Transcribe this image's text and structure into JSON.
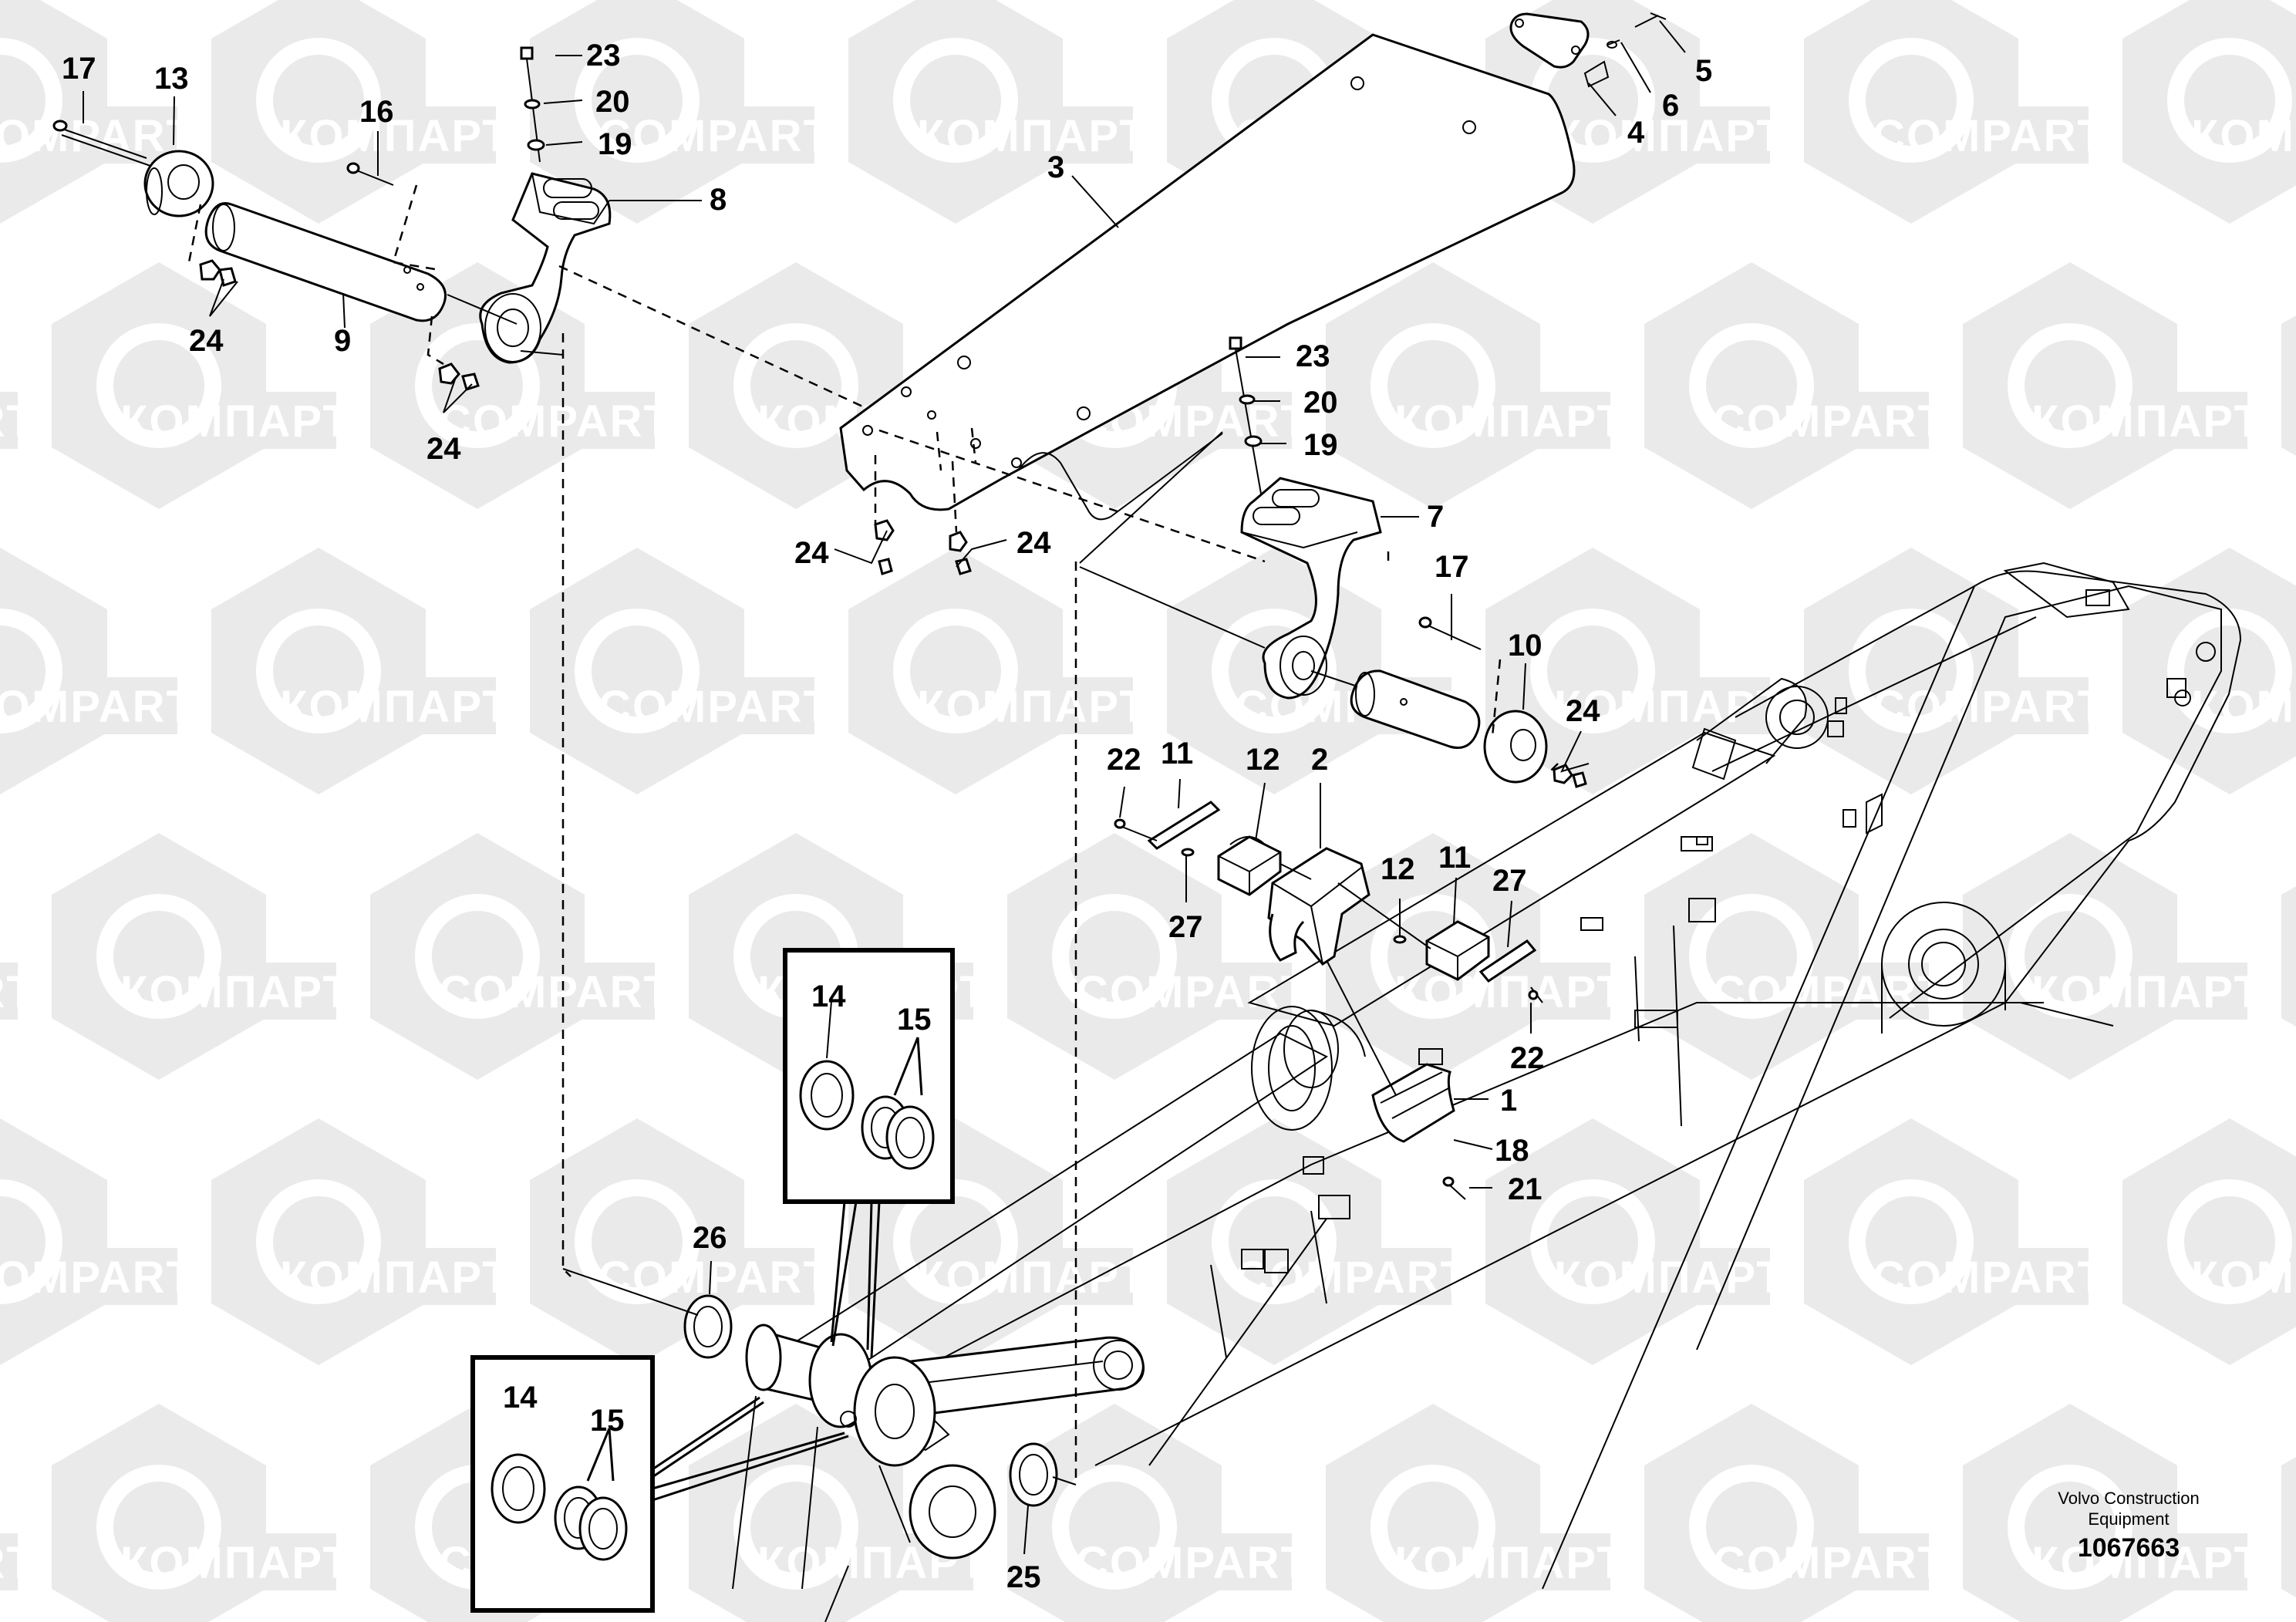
{
  "watermark": {
    "latin": "COMPART",
    "cyrillic": "КОМПАРТ",
    "color": "#d9d9d9"
  },
  "callouts": [
    {
      "id": "c17a",
      "text": "17"
    },
    {
      "id": "c13",
      "text": "13"
    },
    {
      "id": "c16",
      "text": "16"
    },
    {
      "id": "c24a",
      "text": "24"
    },
    {
      "id": "c9",
      "text": "9"
    },
    {
      "id": "c24b",
      "text": "24"
    },
    {
      "id": "c23a",
      "text": "23"
    },
    {
      "id": "c20a",
      "text": "20"
    },
    {
      "id": "c19a",
      "text": "19"
    },
    {
      "id": "c8",
      "text": "8"
    },
    {
      "id": "c3",
      "text": "3"
    },
    {
      "id": "c5",
      "text": "5"
    },
    {
      "id": "c6",
      "text": "6"
    },
    {
      "id": "c4",
      "text": "4"
    },
    {
      "id": "c23b",
      "text": "23"
    },
    {
      "id": "c20b",
      "text": "20"
    },
    {
      "id": "c19b",
      "text": "19"
    },
    {
      "id": "c7",
      "text": "7"
    },
    {
      "id": "c24c",
      "text": "24"
    },
    {
      "id": "c24d",
      "text": "24"
    },
    {
      "id": "c17b",
      "text": "17"
    },
    {
      "id": "c10",
      "text": "10"
    },
    {
      "id": "c24e",
      "text": "24"
    },
    {
      "id": "c22a",
      "text": "22"
    },
    {
      "id": "c11a",
      "text": "11"
    },
    {
      "id": "c12a",
      "text": "12"
    },
    {
      "id": "c2",
      "text": "2"
    },
    {
      "id": "c27a",
      "text": "27"
    },
    {
      "id": "c12b",
      "text": "12"
    },
    {
      "id": "c11b",
      "text": "11"
    },
    {
      "id": "c27b",
      "text": "27"
    },
    {
      "id": "c22b",
      "text": "22"
    },
    {
      "id": "c1",
      "text": "1"
    },
    {
      "id": "c18",
      "text": "18"
    },
    {
      "id": "c21",
      "text": "21"
    },
    {
      "id": "c14a",
      "text": "14"
    },
    {
      "id": "c15a",
      "text": "15"
    },
    {
      "id": "c26",
      "text": "26"
    },
    {
      "id": "c14b",
      "text": "14"
    },
    {
      "id": "c15b",
      "text": "15"
    },
    {
      "id": "c25",
      "text": "25"
    }
  ],
  "footer": {
    "line1": "Volvo Construction",
    "line2": "Equipment",
    "number": "1067663"
  }
}
